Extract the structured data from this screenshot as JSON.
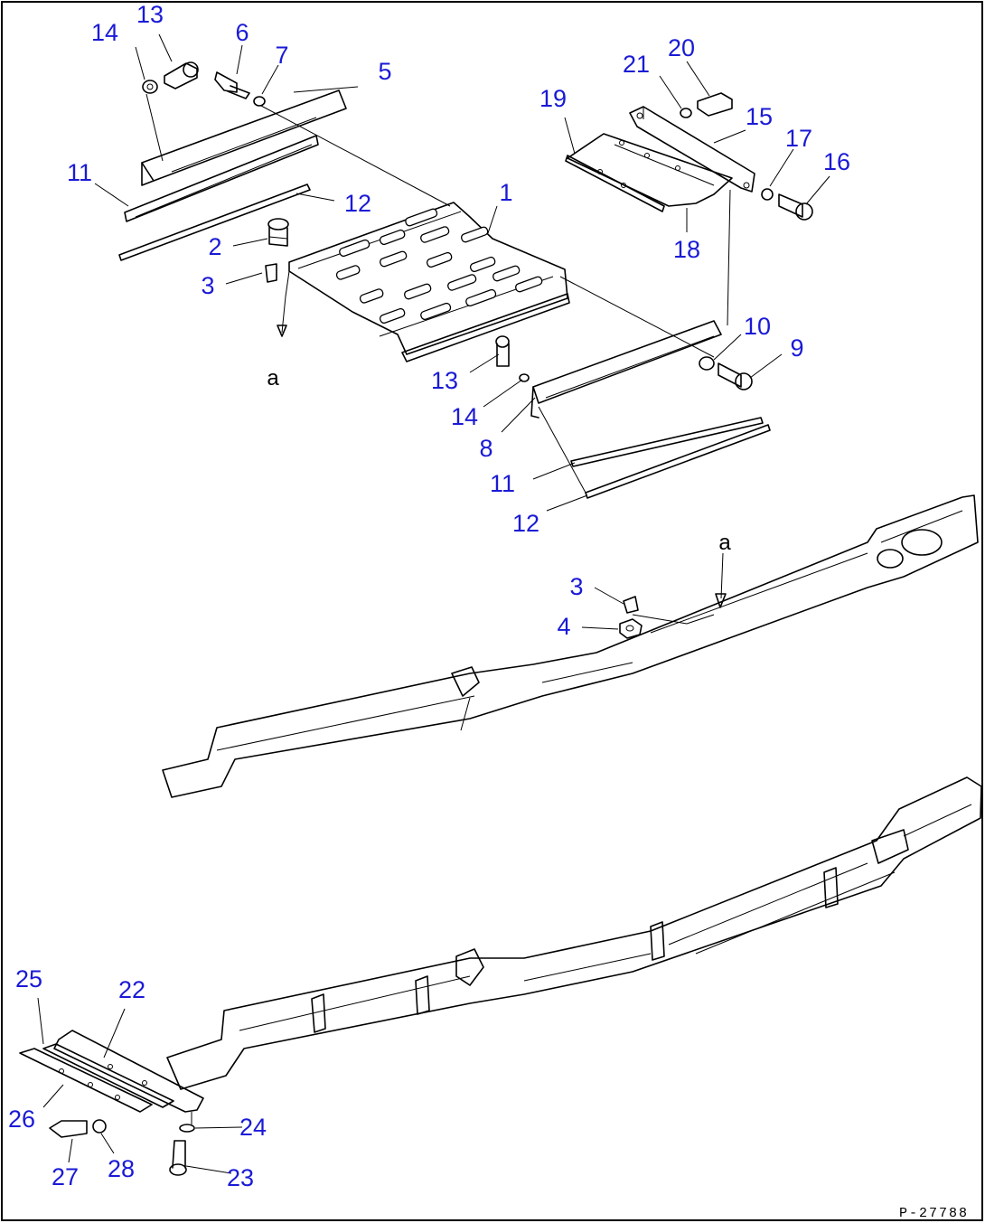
{
  "drawing_code": "P-27788",
  "view_marker": "a",
  "callouts": [
    {
      "id": "c13a",
      "label": "13"
    },
    {
      "id": "c14a",
      "label": "14"
    },
    {
      "id": "c6",
      "label": "6"
    },
    {
      "id": "c7",
      "label": "7"
    },
    {
      "id": "c5",
      "label": "5"
    },
    {
      "id": "c11a",
      "label": "11"
    },
    {
      "id": "c12a",
      "label": "12"
    },
    {
      "id": "c2",
      "label": "2"
    },
    {
      "id": "c3a",
      "label": "3"
    },
    {
      "id": "c1",
      "label": "1"
    },
    {
      "id": "c20",
      "label": "20"
    },
    {
      "id": "c21",
      "label": "21"
    },
    {
      "id": "c19",
      "label": "19"
    },
    {
      "id": "c15",
      "label": "15"
    },
    {
      "id": "c17",
      "label": "17"
    },
    {
      "id": "c16",
      "label": "16"
    },
    {
      "id": "c18",
      "label": "18"
    },
    {
      "id": "c10",
      "label": "10"
    },
    {
      "id": "c9",
      "label": "9"
    },
    {
      "id": "c13b",
      "label": "13"
    },
    {
      "id": "c14b",
      "label": "14"
    },
    {
      "id": "c8",
      "label": "8"
    },
    {
      "id": "c11b",
      "label": "11"
    },
    {
      "id": "c12b",
      "label": "12"
    },
    {
      "id": "c3b",
      "label": "3"
    },
    {
      "id": "c4",
      "label": "4"
    },
    {
      "id": "c25",
      "label": "25"
    },
    {
      "id": "c22",
      "label": "22"
    },
    {
      "id": "c26",
      "label": "26"
    },
    {
      "id": "c24",
      "label": "24"
    },
    {
      "id": "c27",
      "label": "27"
    },
    {
      "id": "c28",
      "label": "28"
    },
    {
      "id": "c23",
      "label": "23"
    }
  ]
}
